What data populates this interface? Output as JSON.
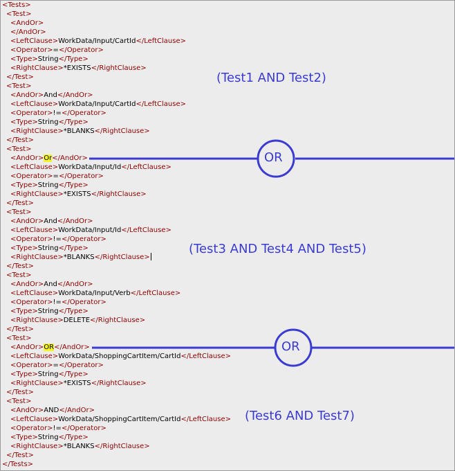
{
  "lines": [
    {
      "i": 0,
      "t": "open",
      "tag": "Tests"
    },
    {
      "i": 1,
      "t": "open",
      "tag": "Test"
    },
    {
      "i": 2,
      "t": "open",
      "tag": "AndOr"
    },
    {
      "i": 2,
      "t": "close",
      "tag": "AndOr"
    },
    {
      "i": 2,
      "t": "pair",
      "tag": "LeftClause",
      "val": "WorkData/Input/CartId"
    },
    {
      "i": 2,
      "t": "pair",
      "tag": "Operator",
      "val": "="
    },
    {
      "i": 2,
      "t": "pair",
      "tag": "Type",
      "val": "String"
    },
    {
      "i": 2,
      "t": "pair",
      "tag": "RightClause",
      "val": "*EXISTS"
    },
    {
      "i": 1,
      "t": "close",
      "tag": "Test"
    },
    {
      "i": 1,
      "t": "open",
      "tag": "Test"
    },
    {
      "i": 2,
      "t": "pair",
      "tag": "AndOr",
      "val": "And"
    },
    {
      "i": 2,
      "t": "pair",
      "tag": "LeftClause",
      "val": "WorkData/Input/CartId"
    },
    {
      "i": 2,
      "t": "pair",
      "tag": "Operator",
      "val": "!="
    },
    {
      "i": 2,
      "t": "pair",
      "tag": "Type",
      "val": "String"
    },
    {
      "i": 2,
      "t": "pair",
      "tag": "RightClause",
      "val": "*BLANKS"
    },
    {
      "i": 1,
      "t": "close",
      "tag": "Test"
    },
    {
      "i": 1,
      "t": "open",
      "tag": "Test"
    },
    {
      "i": 2,
      "t": "pair",
      "tag": "AndOr",
      "val": "Or",
      "hl": true
    },
    {
      "i": 2,
      "t": "pair",
      "tag": "LeftClause",
      "val": "WorkData/Input/Id"
    },
    {
      "i": 2,
      "t": "pair",
      "tag": "Operator",
      "val": "="
    },
    {
      "i": 2,
      "t": "pair",
      "tag": "Type",
      "val": "String"
    },
    {
      "i": 2,
      "t": "pair",
      "tag": "RightClause",
      "val": "*EXISTS"
    },
    {
      "i": 1,
      "t": "close",
      "tag": "Test"
    },
    {
      "i": 1,
      "t": "open",
      "tag": "Test"
    },
    {
      "i": 2,
      "t": "pair",
      "tag": "AndOr",
      "val": "And"
    },
    {
      "i": 2,
      "t": "pair",
      "tag": "LeftClause",
      "val": "WorkData/Input/Id"
    },
    {
      "i": 2,
      "t": "pair",
      "tag": "Operator",
      "val": "!="
    },
    {
      "i": 2,
      "t": "pair",
      "tag": "Type",
      "val": "String"
    },
    {
      "i": 2,
      "t": "pair",
      "tag": "RightClause",
      "val": "*BLANKS",
      "caret": true
    },
    {
      "i": 1,
      "t": "close",
      "tag": "Test"
    },
    {
      "i": 1,
      "t": "open",
      "tag": "Test"
    },
    {
      "i": 2,
      "t": "pair",
      "tag": "AndOr",
      "val": "And"
    },
    {
      "i": 2,
      "t": "pair",
      "tag": "LeftClause",
      "val": "WorkData/Input/Verb"
    },
    {
      "i": 2,
      "t": "pair",
      "tag": "Operator",
      "val": "!="
    },
    {
      "i": 2,
      "t": "pair",
      "tag": "Type",
      "val": "String"
    },
    {
      "i": 2,
      "t": "pair",
      "tag": "RightClause",
      "val": "DELETE"
    },
    {
      "i": 1,
      "t": "close",
      "tag": "Test"
    },
    {
      "i": 1,
      "t": "open",
      "tag": "Test"
    },
    {
      "i": 2,
      "t": "pair",
      "tag": "AndOr",
      "val": "OR",
      "hl": true
    },
    {
      "i": 2,
      "t": "pair",
      "tag": "LeftClause",
      "val": "WorkData/ShoppingCartItem/CartId"
    },
    {
      "i": 2,
      "t": "pair",
      "tag": "Operator",
      "val": "="
    },
    {
      "i": 2,
      "t": "pair",
      "tag": "Type",
      "val": "String"
    },
    {
      "i": 2,
      "t": "pair",
      "tag": "RightClause",
      "val": "*EXISTS"
    },
    {
      "i": 1,
      "t": "close",
      "tag": "Test"
    },
    {
      "i": 1,
      "t": "open",
      "tag": "Test"
    },
    {
      "i": 2,
      "t": "pair",
      "tag": "AndOr",
      "val": "AND"
    },
    {
      "i": 2,
      "t": "pair",
      "tag": "LeftClause",
      "val": "WorkData/ShoppingCartItem/CartId"
    },
    {
      "i": 2,
      "t": "pair",
      "tag": "Operator",
      "val": "!="
    },
    {
      "i": 2,
      "t": "pair",
      "tag": "Type",
      "val": "String"
    },
    {
      "i": 2,
      "t": "pair",
      "tag": "RightClause",
      "val": "*BLANKS"
    },
    {
      "i": 1,
      "t": "close",
      "tag": "Test"
    },
    {
      "i": 0,
      "t": "close",
      "tag": "Tests"
    }
  ],
  "annotations": {
    "group1": "(Test1 AND Test2)",
    "group2": "(Test3 AND Test4 AND Test5)",
    "group3": "(Test6 AND Test7)",
    "or1": "OR",
    "or2": "OR"
  },
  "colors": {
    "tag": "#8b0000",
    "annotation": "#3b3bd0",
    "highlight": "#f5f52a",
    "background": "#ececec"
  }
}
